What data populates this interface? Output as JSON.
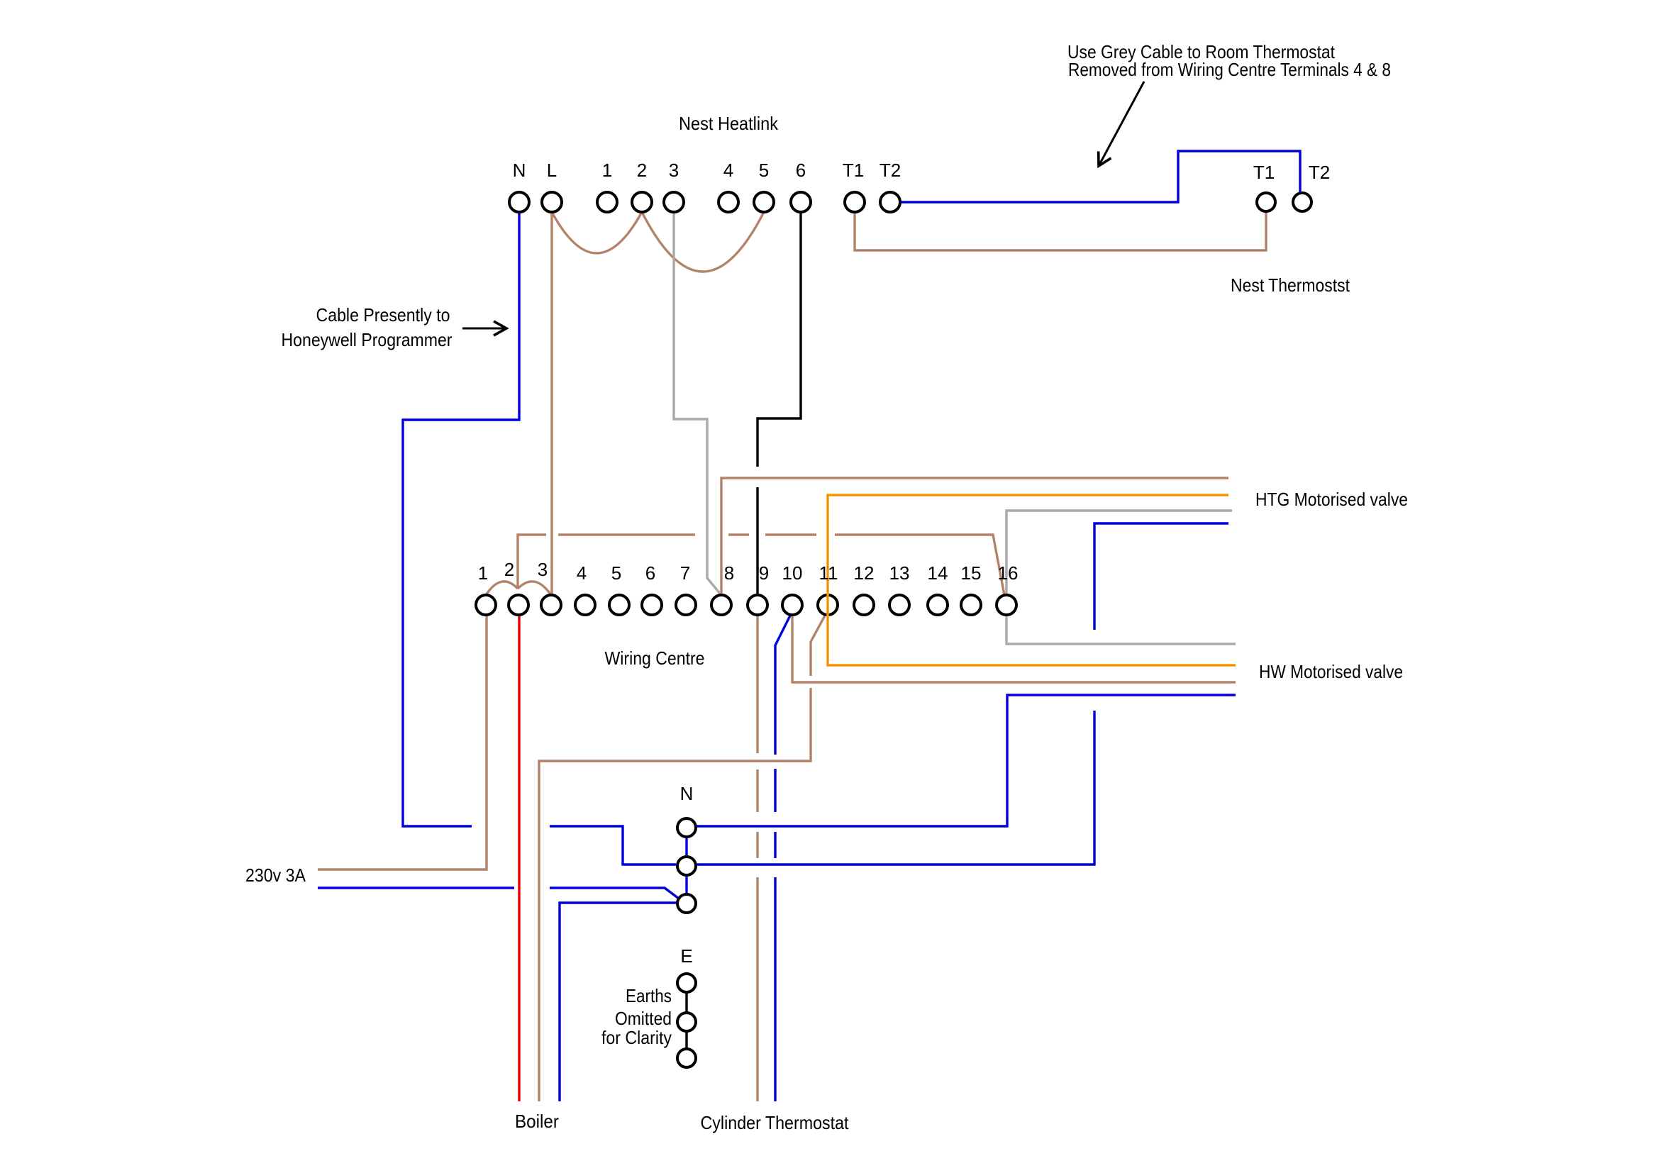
{
  "diagram": {
    "background": "#ffffff",
    "wire_colors": {
      "blue": "#0000dd",
      "brown": "#b3826a",
      "red": "#e00000",
      "grey": "#a9a9a9",
      "orange": "#f59300",
      "black": "#000000"
    }
  },
  "heatlink": {
    "title": "Nest Heatlink",
    "terminals": [
      "N",
      "L",
      "1",
      "2",
      "3",
      "4",
      "5",
      "6",
      "T1",
      "T2"
    ]
  },
  "nest_thermostat": {
    "title": "Nest Thermostst",
    "terminal_t1": "T1",
    "terminal_t2": "T2"
  },
  "wiring_centre": {
    "title": "Wiring Centre",
    "terminals": [
      "1",
      "2",
      "3",
      "4",
      "5",
      "6",
      "7",
      "8",
      "9",
      "10",
      "11",
      "12",
      "13",
      "14",
      "15",
      "16"
    ]
  },
  "valves": {
    "htg_label": "HTG Motorised valve",
    "hw_label": "HW Motorised valve"
  },
  "supply": {
    "label": "230v 3A"
  },
  "boiler": {
    "label": "Boiler"
  },
  "cylinder_thermostat": {
    "label": "Cylinder Thermostat"
  },
  "neutral_block": {
    "label": "N"
  },
  "earth_block": {
    "label": "E",
    "note_line1": "Earths",
    "note_line2": "Omitted",
    "note_line3": "for Clarity"
  },
  "notes": {
    "grey_cable_line1": "Use Grey Cable to Room Thermostat",
    "grey_cable_line2": "Removed from Wiring Centre Terminals 4 & 8",
    "honeywell_line1": "Cable Presently to",
    "honeywell_line2": "Honeywell Programmer"
  }
}
